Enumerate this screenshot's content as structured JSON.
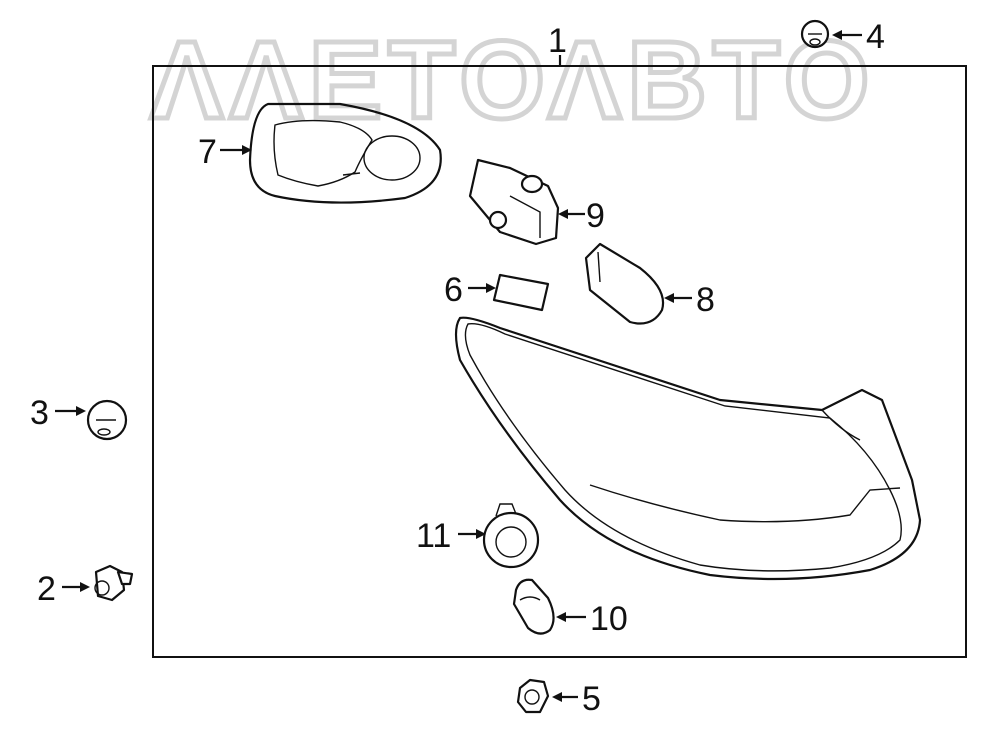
{
  "watermark": {
    "text": "ΛΛΕΤΟΛΒΤΟ"
  },
  "callouts": {
    "c1": "1",
    "c2": "2",
    "c3": "3",
    "c4": "4",
    "c5": "5",
    "c6": "6",
    "c7": "7",
    "c8": "8",
    "c9": "9",
    "c10": "10",
    "c11": "11"
  }
}
